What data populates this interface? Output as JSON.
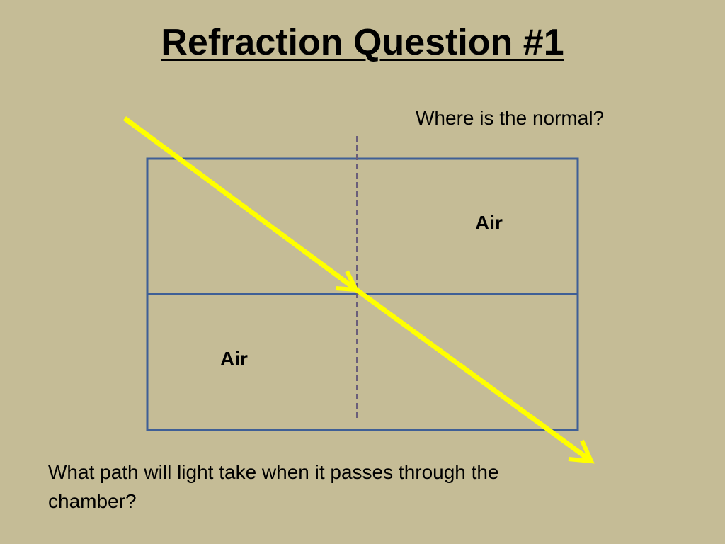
{
  "slide": {
    "title": "Refraction Question #1",
    "prompt": "Where is the normal?",
    "question": "What path will light take when it passes through the chamber?"
  },
  "diagram": {
    "top_medium": "Air",
    "bottom_medium": "Air"
  },
  "colors": {
    "background": "#c5bc96",
    "chamber_border": "#3f5f96",
    "light_ray": "#ffff00",
    "normal_line": "#6a5e7a"
  }
}
